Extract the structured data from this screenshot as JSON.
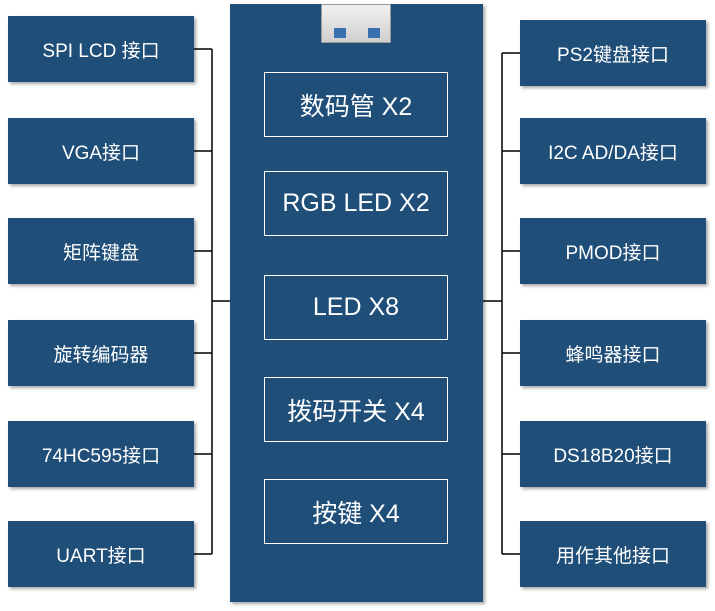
{
  "left_interfaces": [
    {
      "label": "SPI LCD 接口"
    },
    {
      "label": "VGA接口"
    },
    {
      "label": "矩阵键盘"
    },
    {
      "label": "旋转编码器"
    },
    {
      "label": "74HC595接口"
    },
    {
      "label": "UART接口"
    }
  ],
  "right_interfaces": [
    {
      "label": "PS2键盘接口"
    },
    {
      "label": "I2C AD/DA接口"
    },
    {
      "label": "PMOD接口"
    },
    {
      "label": "蜂鸣器接口"
    },
    {
      "label": "DS18B20接口"
    },
    {
      "label": "用作其他接口"
    }
  ],
  "board_components": [
    {
      "label": "数码管 X2"
    },
    {
      "label": "RGB LED X2"
    },
    {
      "label": "LED X8"
    },
    {
      "label": "拨码开关 X4"
    },
    {
      "label": "按键 X4"
    }
  ],
  "colors": {
    "box_fill": "#1f4e79",
    "text": "#ffffff",
    "connector_line": "#000000"
  }
}
